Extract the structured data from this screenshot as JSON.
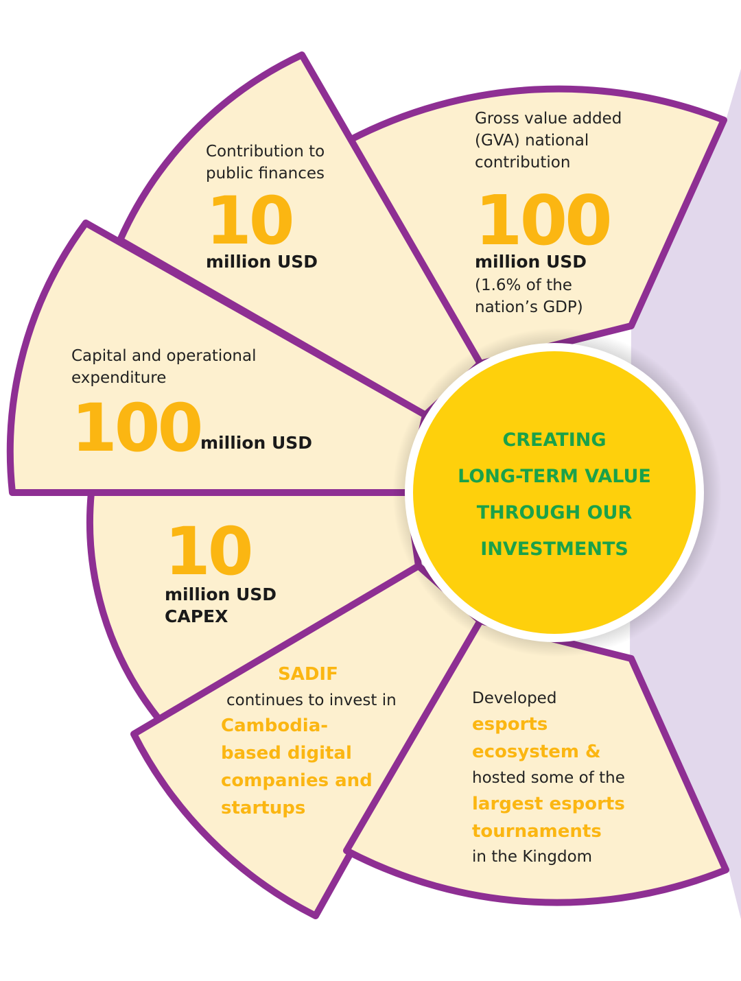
{
  "center": {
    "line1": "CREATING",
    "line2": "LONG-TERM VALUE",
    "line3": "THROUGH OUR",
    "line4": "INVESTMENTS"
  },
  "segments": {
    "gva": {
      "label_line1": "Gross value added",
      "label_line2": "(GVA) national",
      "label_line3": "contribution",
      "value": "100",
      "unit": "million USD",
      "note_line1": "(1.6% of the",
      "note_line2": "nation’s GDP)"
    },
    "public_finances": {
      "label_line1": "Contribution to",
      "label_line2": "public finances",
      "value": "10",
      "unit": "million USD"
    },
    "expenditure": {
      "label_line1": "Capital and operational",
      "label_line2": "expenditure",
      "value": "100",
      "unit": "million USD"
    },
    "capex": {
      "value": "10",
      "unit_line1": "million USD",
      "unit_line2": "CAPEX"
    },
    "sadif": {
      "name": "SADIF",
      "text": "continues to invest in",
      "highlight_line1": "Cambodia-",
      "highlight_line2": "based digital",
      "highlight_line3": "companies and",
      "highlight_line4": "startups"
    },
    "esports": {
      "line1": "Developed",
      "highlight_line1": "esports",
      "highlight_line2": "ecosystem &",
      "line2": "hosted some of the",
      "highlight_line3": "largest esports",
      "highlight_line4": "tournaments",
      "line3": "in the Kingdom"
    }
  },
  "colors": {
    "segment_fill": "#fdf0cf",
    "border": "#8e2f93",
    "accent_yellow": "#fbb612",
    "center_fill": "#fed00c",
    "center_text": "#1aa14a",
    "side_panel": "#e2d8ec"
  }
}
